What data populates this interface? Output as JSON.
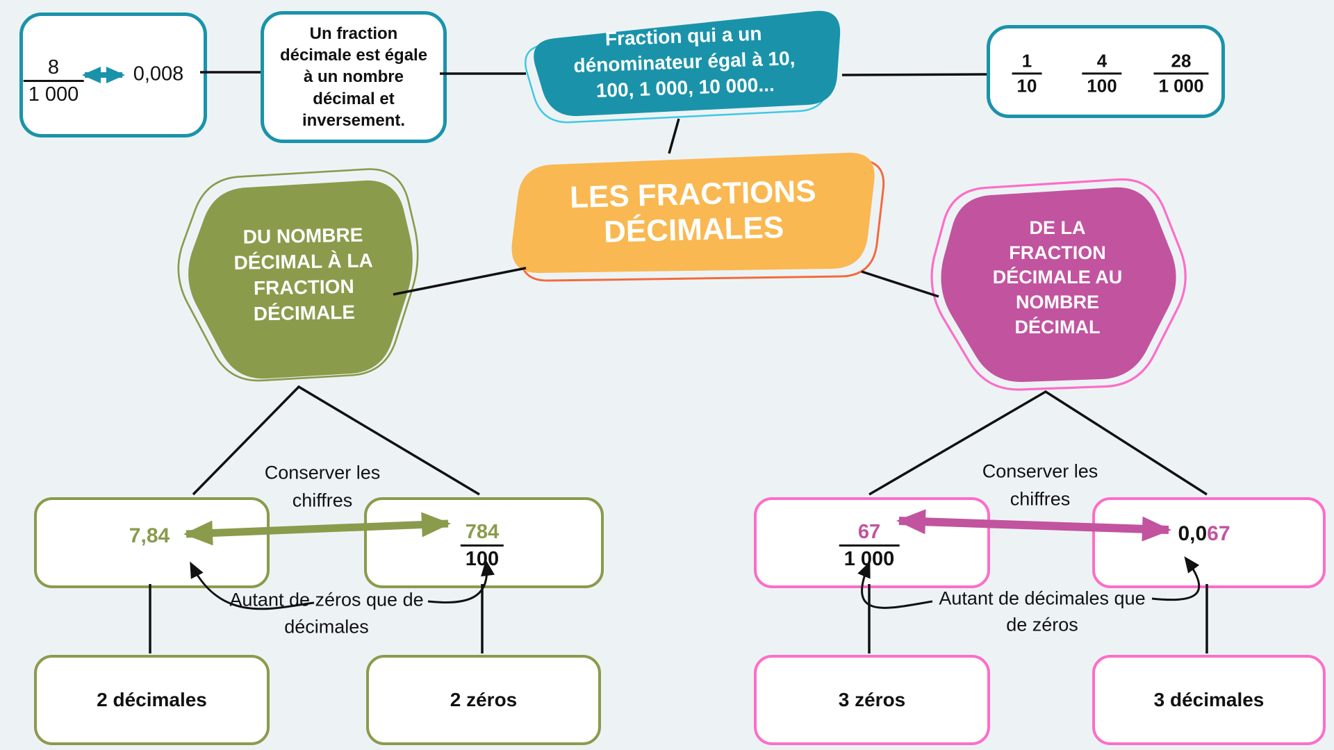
{
  "title": "LES FRACTIONS DÉCIMALES",
  "top": {
    "example": {
      "num": "8",
      "den": "1 000",
      "decimal": "0,008"
    },
    "definition": "Un fraction décimale est égale à un nombre décimal et inversement.",
    "denominator_rule": "Fraction qui a un dénominateur égal à 10, 100, 1 000, 10 000...",
    "examples": [
      {
        "num": "1",
        "den": "10"
      },
      {
        "num": "4",
        "den": "100"
      },
      {
        "num": "28",
        "den": "1 000"
      }
    ]
  },
  "left": {
    "title": "DU NOMBRE DÉCIMAL À LA FRACTION DÉCIMALE",
    "keep1": "Conserver les",
    "keep2": "chiffres",
    "decimal": "7,84",
    "num": "784",
    "den": "100",
    "note1": "Autant de zéros que de",
    "note2": "décimales",
    "count_decimals": "2 décimales",
    "count_zeros": "2 zéros"
  },
  "right": {
    "title": "DE LA FRACTION DÉCIMALE AU NOMBRE DÉCIMAL",
    "keep1": "Conserver les",
    "keep2": "chiffres",
    "num": "67",
    "den": "1 000",
    "decimal_prefix": "0,0",
    "decimal_suffix": "67",
    "note1": "Autant de décimales que",
    "note2": "de zéros",
    "count_zeros": "3 zéros",
    "count_decimals": "3 décimales"
  },
  "colors": {
    "teal": "#1A93AA",
    "teal_light": "#3FC8E4",
    "orange": "#F9B851",
    "orange_outline": "#F46A3D",
    "olive": "#8A9B4C",
    "magenta": "#C2539F",
    "pink": "#FC6EC8",
    "background": "#EDF3F5"
  }
}
